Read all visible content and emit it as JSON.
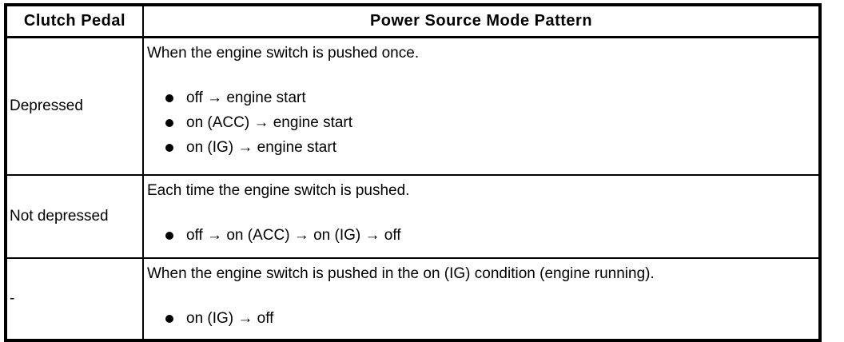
{
  "page": {
    "background_color": "#ffffff",
    "border_color": "#000000",
    "text_color": "#000000"
  },
  "table": {
    "columns": [
      {
        "label": "Clutch Pedal"
      },
      {
        "label": "Power Source Mode Pattern"
      }
    ],
    "rows": [
      {
        "clutch_pedal": "Depressed",
        "condition": "When the engine switch is pushed once.",
        "patterns": [
          "off → engine start",
          "on (ACC) → engine start",
          "on (IG) → engine start"
        ]
      },
      {
        "clutch_pedal": "Not depressed",
        "condition": "Each time the engine switch is pushed.",
        "patterns": [
          "off → on (ACC) → on (IG) → off"
        ]
      },
      {
        "clutch_pedal": "-",
        "condition": "When the engine switch is pushed in the on (IG) condition (engine running).",
        "patterns": [
          "on (IG) → off"
        ]
      }
    ]
  }
}
